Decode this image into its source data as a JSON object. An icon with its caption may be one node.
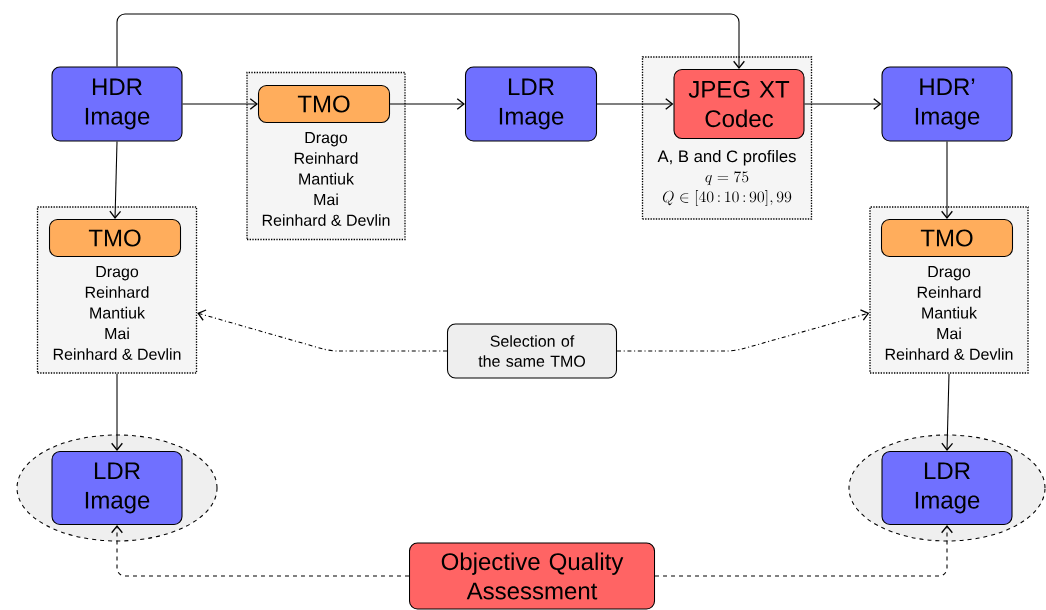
{
  "diagram": {
    "nodes": [
      {
        "text": [
          "HDR Image"
        ]
      },
      {
        "text": [
          "Drago",
          "Reinhard",
          "Mantiuk",
          "Mai",
          "Reinhard & Devlin"
        ]
      },
      {
        "text": [
          "TMO"
        ],
        "in": 1
      },
      {
        "text": [
          "LDR Image"
        ]
      },
      {
        "text": [
          "A, B and C profiles",
          "q = 75",
          "Q \\in [40\\,{:}\\,10\\,{:}\\,90], 99"
        ]
      },
      {
        "text": [
          "JPEG XT Codec"
        ],
        "in": 4
      },
      {
        "text": [
          "HDR’ Image"
        ]
      },
      {
        "text": [
          "Drago",
          "Reinhard",
          "Mantiuk",
          "Mai",
          "Reinhard & Devlin"
        ]
      },
      {
        "text": [
          "TMO"
        ],
        "in": 7
      },
      {
        "text": [
          "Drago",
          "Reinhard",
          "Mantiuk",
          "Mai",
          "Reinhard & Devlin"
        ]
      },
      {
        "text": [
          "TMO"
        ],
        "in": 9
      },
      {
        "text": [
          "Selection of the same TMO"
        ]
      },
      {
        "text": [],
        "shape": "ellipse"
      },
      {
        "text": [
          "LDR Image"
        ],
        "in": 12
      },
      {
        "text": [],
        "shape": "ellipse"
      },
      {
        "text": [
          "LDR Image"
        ],
        "in": 14
      },
      {
        "text": [
          "Objective Quality Assessment"
        ]
      }
    ],
    "edges": [
      {
        "from": 0,
        "to": 5,
        "arrow": "to"
      },
      {
        "from": 0,
        "to": 2,
        "arrow": "to"
      },
      {
        "from": 2,
        "to": 3,
        "arrow": "to"
      },
      {
        "from": 3,
        "to": 5,
        "arrow": "to"
      },
      {
        "from": 5,
        "to": 6,
        "arrow": "to"
      },
      {
        "from": 0,
        "to": 8,
        "arrow": "to"
      },
      {
        "from": 6,
        "to": 10,
        "arrow": "to"
      },
      {
        "from": 11,
        "to": 7,
        "arrow": "to",
        "style": "dashed"
      },
      {
        "from": 11,
        "to": 9,
        "arrow": "to",
        "style": "dashed"
      },
      {
        "from": 7,
        "to": 13,
        "arrow": "to"
      },
      {
        "from": 9,
        "to": 15,
        "arrow": "to"
      },
      {
        "from": 16,
        "to": 13,
        "arrow": "to",
        "style": "dashed"
      },
      {
        "from": 16,
        "to": 15,
        "arrow": "to",
        "style": "dashed"
      }
    ]
  }
}
